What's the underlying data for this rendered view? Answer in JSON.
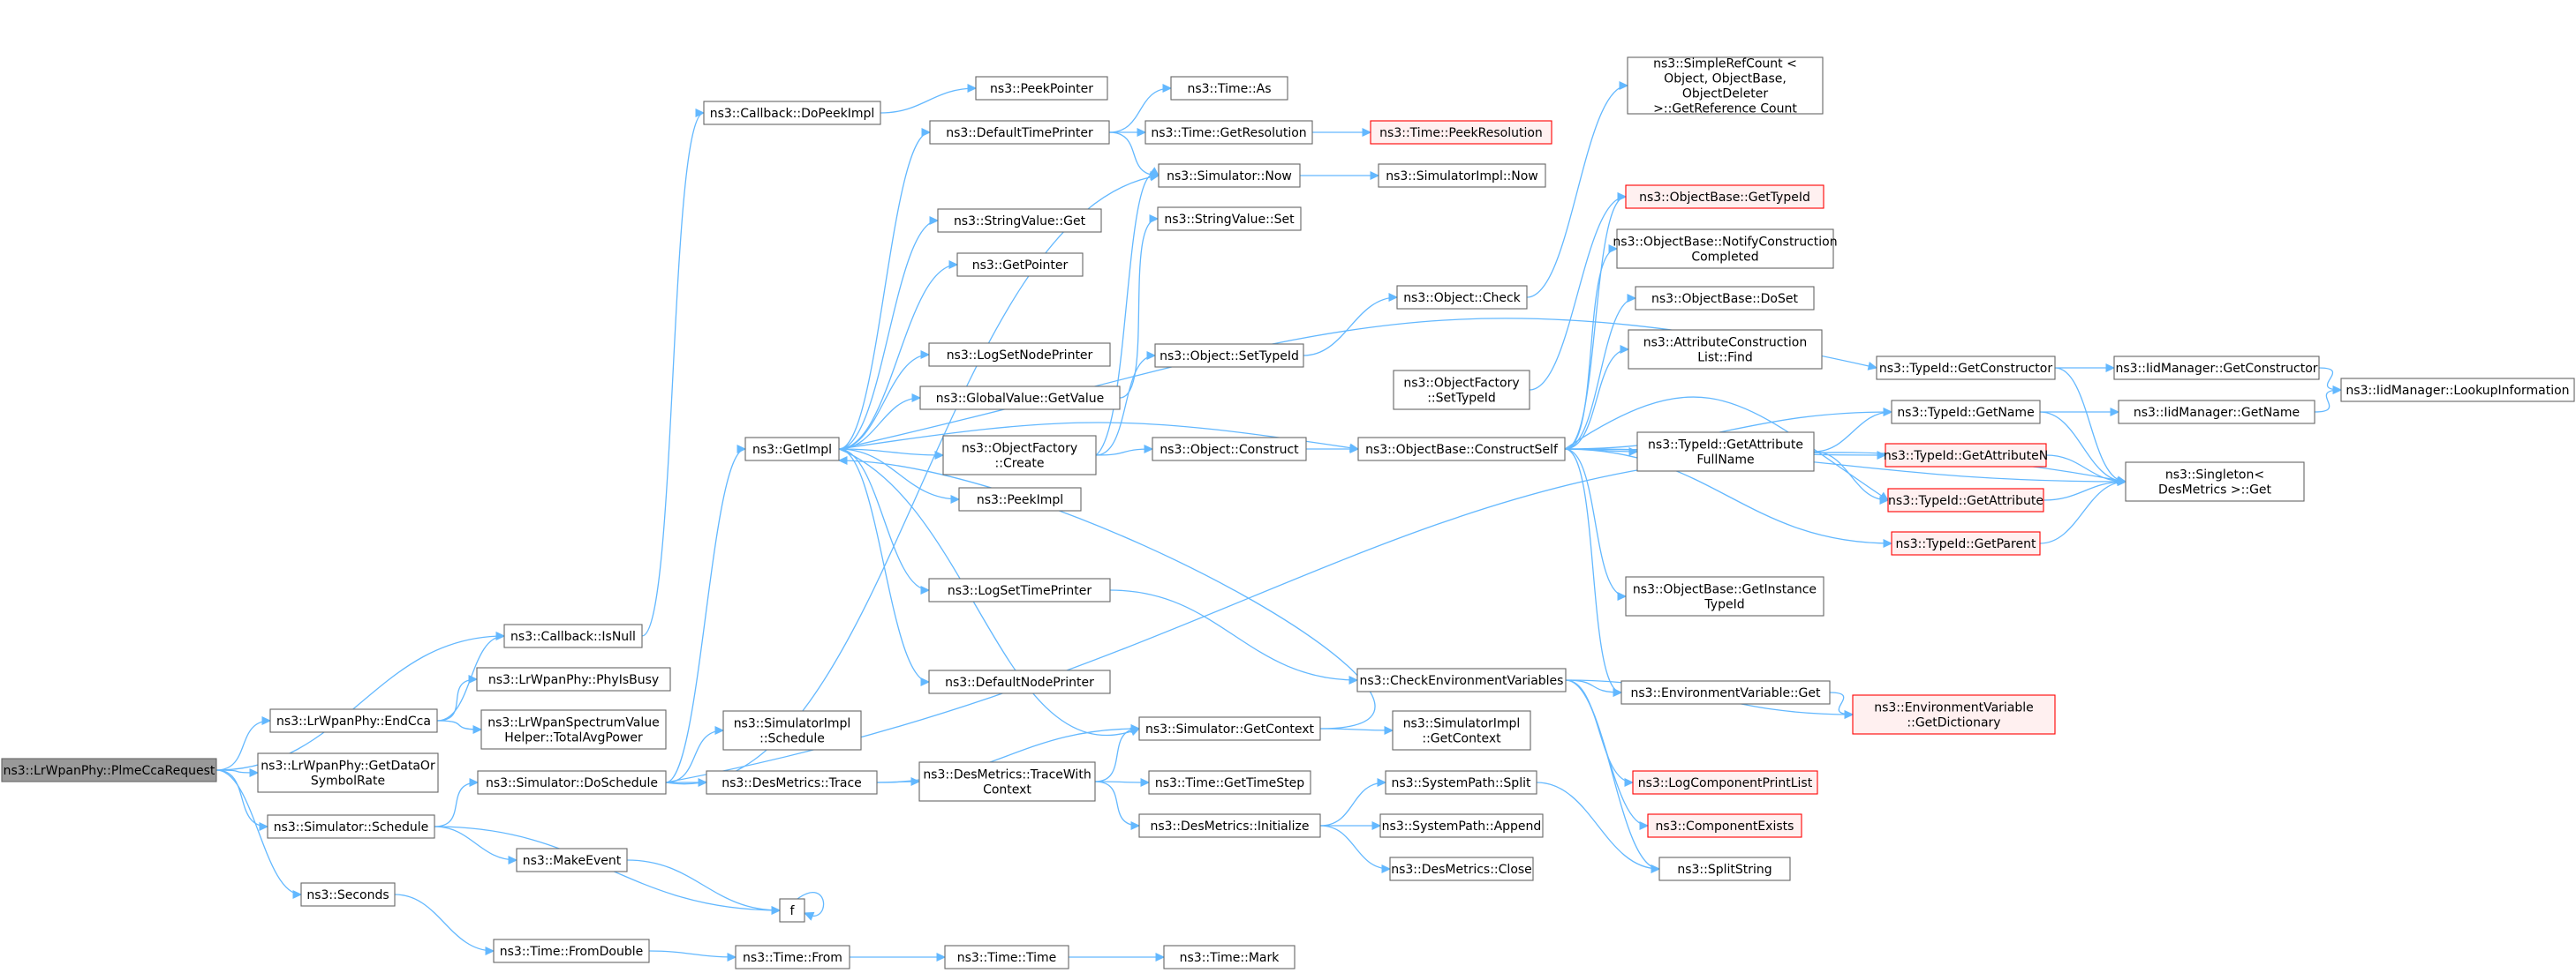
{
  "colors": {
    "edge": "#63b8ff",
    "normal_border": "#666666",
    "undocumented_border": "#ff0000",
    "focus_fill": "#999999",
    "normal_fill": "#ffffff",
    "undocumented_fill": "#fff0f0"
  },
  "nodes": {
    "plme": "ns3::LrWpanPhy::PlmeCcaRequest",
    "endcca": "ns3::LrWpanPhy::EndCca",
    "getdataor": "ns3::LrWpanPhy::GetDataOr SymbolRate",
    "schedule": "ns3::Simulator::Schedule",
    "seconds": "ns3::Seconds",
    "isnull": "ns3::Callback::IsNull",
    "physbusy": "ns3::LrWpanPhy::PhyIsBusy",
    "totalavg": "ns3::LrWpanSpectrumValue Helper::TotalAvgPower",
    "doschedule": "ns3::Simulator::DoSchedule",
    "makeevent": "ns3::MakeEvent",
    "fromdouble": "ns3::Time::FromDouble",
    "dopeekimpl": "ns3::Callback::DoPeekImpl",
    "getimpl": "ns3::GetImpl",
    "simimplsched": "ns3::SimulatorImpl ::Schedule",
    "desmtrace": "ns3::DesMetrics::Trace",
    "f": "f",
    "timefrom": "ns3::Time::From",
    "peekpointer": "ns3::PeekPointer",
    "deftimeprinter": "ns3::DefaultTimePrinter",
    "stringget": "ns3::StringValue::Get",
    "getpointer": "ns3::GetPointer",
    "logsetnode": "ns3::LogSetNodePrinter",
    "globalget": "ns3::GlobalValue::GetValue",
    "objfactcreate": "ns3::ObjectFactory ::Create",
    "peekimpl": "ns3::PeekImpl",
    "logsettime": "ns3::LogSetTimePrinter",
    "defnodeprinter": "ns3::DefaultNodePrinter",
    "tracewith": "ns3::DesMetrics::TraceWith Context",
    "timetime": "ns3::Time::Time",
    "timeas": "ns3::Time::As",
    "getres": "ns3::Time::GetResolution",
    "simnow": "ns3::Simulator::Now",
    "stringset": "ns3::StringValue::Set",
    "objsettypeid": "ns3::Object::SetTypeId",
    "objconstruct": "ns3::Object::Construct",
    "getcontext": "ns3::Simulator::GetContext",
    "gettimestep": "ns3::Time::GetTimeStep",
    "desminit": "ns3::DesMetrics::Initialize",
    "timemark": "ns3::Time::Mark",
    "peekres": "ns3::Time::PeekResolution",
    "simimplnow": "ns3::SimulatorImpl::Now",
    "objcheck": "ns3::Object::Check",
    "objfactsettid": "ns3::ObjectFactory ::SetTypeId",
    "constructself": "ns3::ObjectBase::ConstructSelf",
    "checkenv": "ns3::CheckEnvironmentVariables",
    "simimplctx": "ns3::SimulatorImpl ::GetContext",
    "splitpath": "ns3::SystemPath::Split",
    "appendpath": "ns3::SystemPath::Append",
    "desmclose": "ns3::DesMetrics::Close",
    "simplerefcount": "ns3::SimpleRefCount < Object, ObjectBase, ObjectDeleter >::GetReference Count",
    "getinstancetid": "ns3::ObjectBase::GetTypeId",
    "notifyconst": "ns3::ObjectBase::NotifyConstruction Completed",
    "doset": "ns3::ObjectBase::DoSet",
    "attrfind": "ns3::AttributeConstruction List::Find",
    "attrfullname": "ns3::TypeId::GetAttribute FullName",
    "getinstance": "ns3::ObjectBase::GetInstance TypeId",
    "envget": "ns3::EnvironmentVariable::Get",
    "logcomplist": "ns3::LogComponentPrintList",
    "compexists": "ns3::ComponentExists",
    "splitstring": "ns3::SplitString",
    "getconstructor": "ns3::TypeId::GetConstructor",
    "getname": "ns3::TypeId::GetName",
    "getattrn": "ns3::TypeId::GetAttributeN",
    "getattr": "ns3::TypeId::GetAttribute",
    "getparent": "ns3::TypeId::GetParent",
    "getdict": "ns3::EnvironmentVariable ::GetDictionary",
    "iidgetctor": "ns3::IidManager::GetConstructor",
    "iidgetname": "ns3::IidManager::GetName",
    "singleton": "ns3::Singleton< DesMetrics >::Get",
    "lookupinfo": "ns3::IidManager::LookupInformation"
  }
}
